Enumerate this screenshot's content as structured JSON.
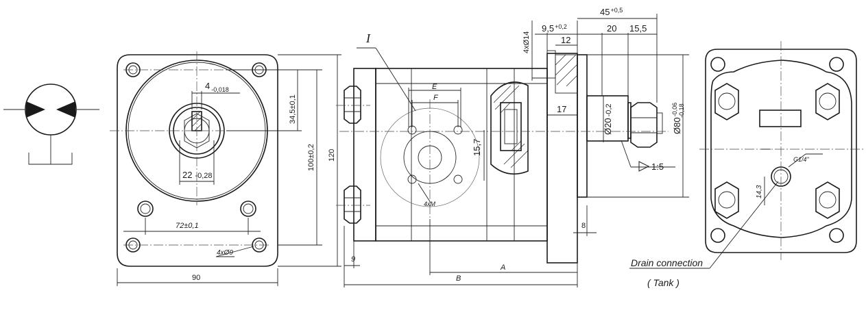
{
  "dimensions": {
    "key_width": "4",
    "key_width_tol": "-0,018",
    "shaft_height": "34,5±0,1",
    "bore_spacing": "100±0,2",
    "flange_height": "120",
    "shaft_depth": "22",
    "shaft_depth_tol": "-0,28",
    "bolt_spacing": "72±0,1",
    "bolt_holes": "4xØ9",
    "flange_width": "90",
    "overall_length": "45",
    "overall_length_tol": "+0,5",
    "spigot_len": "9,5",
    "spigot_tol": "+0,2",
    "len_20": "20",
    "len_15_5": "15,5",
    "len_12": "12",
    "holes_4x14": "4xØ14",
    "dim_17": "17",
    "dim_15_7": "15,7",
    "shaft_dia": "Ø20",
    "shaft_dia_tol": "-0,2",
    "spigot_dia": "Ø80",
    "spigot_dia_tol_a": "-0,06",
    "spigot_dia_tol_b": "-0,18",
    "taper": "1:5",
    "dim_8": "8",
    "dim_9": "9",
    "dim_A": "A",
    "dim_B": "B",
    "dim_E": "E",
    "dim_F": "F",
    "thread_4xM": "4xM",
    "section_mark": "I",
    "port_thread": "G1/4\"",
    "dim_14_3": "14,3"
  },
  "labels": {
    "drain": "Drain connection",
    "tank": "( Tank )"
  }
}
